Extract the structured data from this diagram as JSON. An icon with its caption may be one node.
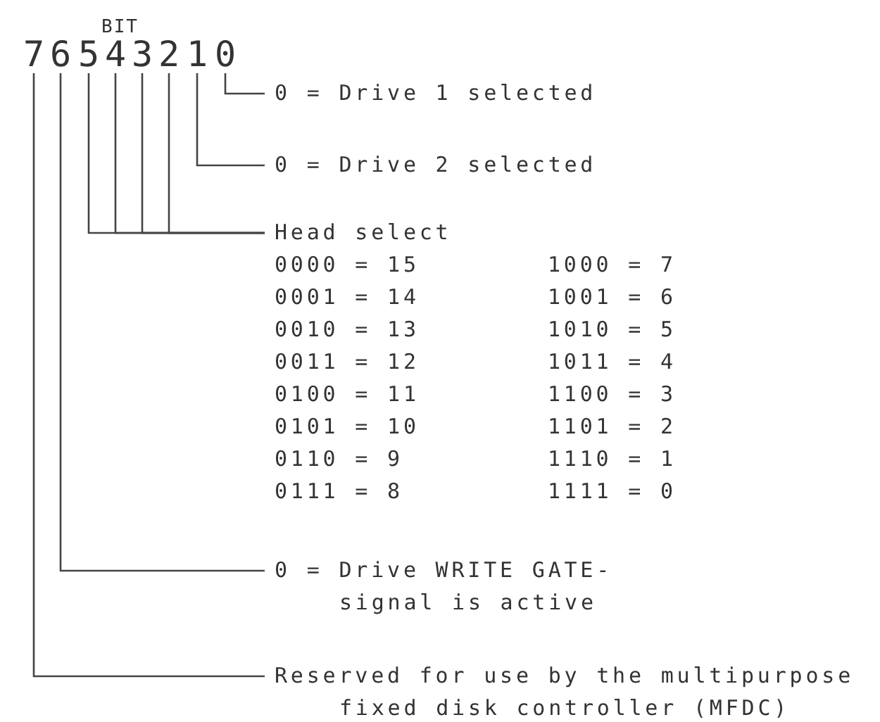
{
  "diagram": {
    "nodes": [
      {
        "text": [
          "7"
        ]
      },
      {
        "text": [
          "6"
        ]
      },
      {
        "text": [
          "5"
        ]
      },
      {
        "text": [
          "4"
        ]
      },
      {
        "text": [
          "3"
        ]
      },
      {
        "text": [
          "2"
        ]
      },
      {
        "text": [
          "1"
        ]
      },
      {
        "text": [
          "0"
        ]
      },
      {
        "text": [
          "0 = Drive 1 selected"
        ]
      },
      {
        "text": [
          "0 = Drive 2 selected"
        ]
      },
      {
        "text": [
          "Head select",
          "0000 = 15",
          "1000 = 7",
          "0001 = 14",
          "1001 = 6",
          "0010 = 13",
          "1010 = 5",
          "0011 = 12",
          "1011 = 4",
          "0100 = 11",
          "1100 = 3",
          "0101 = 10",
          "1101 = 2",
          "0110 = 9",
          "1110 = 1",
          "0111 = 8",
          "1111 = 0"
        ]
      },
      {
        "text": [
          "0 = Drive WRITE GATE- signal is active"
        ]
      },
      {
        "text": [
          "Reserved for use by the multipurpose fixed disk controller (MFDC)"
        ]
      }
    ],
    "edges": [
      {
        "from": 7,
        "to": 8,
        "arrow": "none"
      },
      {
        "from": 6,
        "to": 9,
        "arrow": "none"
      },
      {
        "from": 5,
        "to": 10,
        "arrow": "none"
      },
      {
        "from": 4,
        "to": 10,
        "arrow": "none"
      },
      {
        "from": 3,
        "to": 10,
        "arrow": "none"
      },
      {
        "from": 2,
        "to": 10,
        "arrow": "none"
      },
      {
        "from": 1,
        "to": 11,
        "arrow": "none"
      },
      {
        "from": 0,
        "to": 12,
        "arrow": "none"
      }
    ],
    "labels": [
      "BIT"
    ]
  }
}
